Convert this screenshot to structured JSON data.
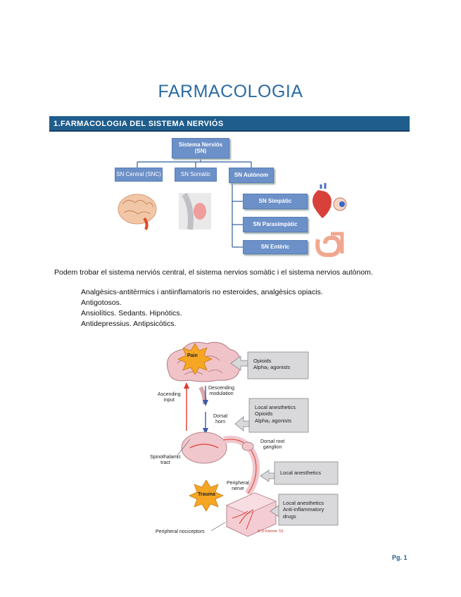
{
  "title": "FARMACOLOGIA",
  "section": "1.FARMACOLOGIA DEL SISTEMA NERVIÓS",
  "diagram": {
    "root": "Sistema Nerviós\n(SN)",
    "central": "SN Central (SNC)",
    "somatic": "SN Somàtic",
    "autonomic": "SN Autònom",
    "sympathetic": "SN Simpàtic",
    "parasympathetic": "SN Parasimpàtic",
    "enteric": "SN Entèric"
  },
  "intro": "Podem trobar el sistema nerviós central, el sistema nervios somàtic i el sistema nervios autònom.",
  "list": [
    "Analgèsics-antitèrmics i antiinflamatoris no esteroides, analgèsics opiacis.",
    "Antigotosos.",
    "Ansiolítics. Sedants. Hipnòtics.",
    "Antidepressius. Antipsicòtics."
  ],
  "figure": {
    "pain": "Pain",
    "trauma": "Trauma",
    "ascending": "Ascending\ninput",
    "descending": "Descending\nmodulation",
    "dorsal_horn": "Dorsal\nhorn",
    "dorsal_root": "Dorsal root\nganglion",
    "spinothalamic": "Spinothalamic\ntract",
    "peripheral_nerve": "Peripheral\nnerve",
    "nociceptors": "Peripheral nociceptors",
    "box1": [
      "Opioids",
      "Alpha₂ agonists"
    ],
    "box2": [
      "Local anesthetics",
      "Opioids",
      "Alpha₂ agonists"
    ],
    "box3": [
      "Local anesthetics"
    ],
    "box4": [
      "Local anesthetics",
      "Anti-inflammatory",
      "drugs"
    ],
    "copyright": "© D.Klemm '01"
  },
  "page_number": "Pg. 1"
}
